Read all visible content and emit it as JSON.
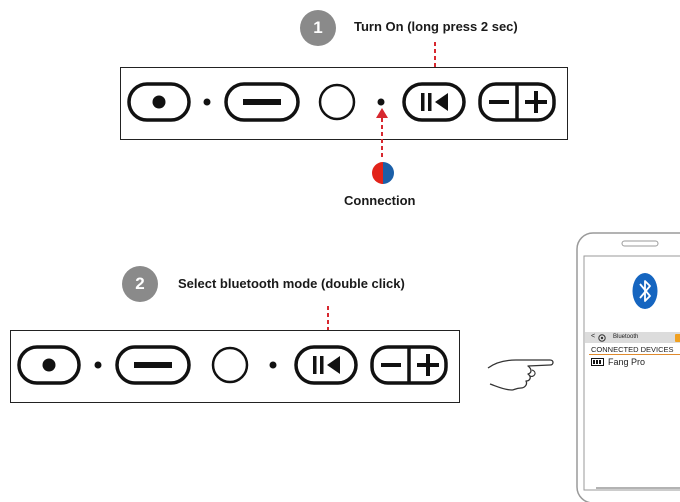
{
  "steps": [
    {
      "number": "1",
      "text": "Turn On (long press 2 sec)"
    },
    {
      "number": "2",
      "text": "Select bluetooth mode (double click)"
    }
  ],
  "connection_label": "Connection",
  "phone": {
    "header_title": "Bluetooth",
    "section_label": "CONNECTED DEVICES",
    "device_name": "Fang Pro"
  },
  "colors": {
    "arrow": "#d7282f",
    "led_red": "#e2231a",
    "led_blue": "#1b5fa8",
    "badge": "#8a8a8a",
    "bluetooth_blue": "#1565c0"
  },
  "icons": [
    "record-button-icon",
    "dot-indicator-icon",
    "minus-wide-button-icon",
    "circle-button-icon",
    "play-pause-button-icon",
    "volume-minus-plus-button-icon",
    "hand-pointer-icon",
    "bluetooth-icon",
    "gear-icon"
  ]
}
